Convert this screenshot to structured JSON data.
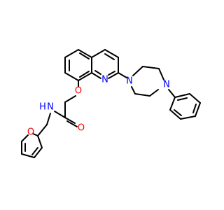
{
  "molecule": {
    "colors": {
      "bond": "#000000",
      "nitrogen": "#0000ff",
      "oxygen": "#ff0000",
      "background": "#ffffff"
    },
    "atom_labels": {
      "ether_oxygen": "O",
      "quinoline_nitrogen": "N",
      "piperazine_n1": "N",
      "piperazine_n4": "N",
      "carbonyl_oxygen": "O",
      "amide_nitrogen": "N",
      "amide_hydrogen": "H",
      "furan_oxygen": "O"
    }
  }
}
